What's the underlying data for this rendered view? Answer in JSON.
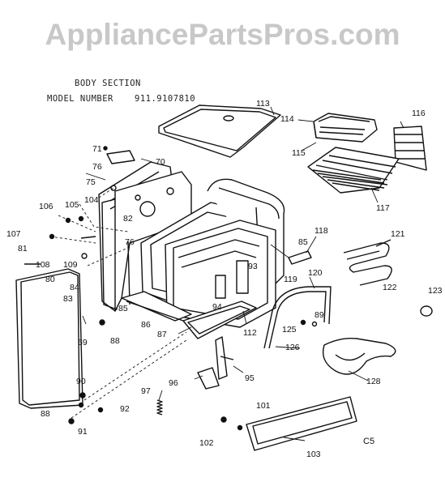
{
  "watermark": "AppliancePartsPros.com",
  "header": {
    "section": "BODY SECTION",
    "model_label": "MODEL NUMBER",
    "model_number": "911.9107810"
  },
  "page_code": "C5",
  "callouts": [
    "113",
    "114",
    "116",
    "115",
    "117",
    "71",
    "70",
    "76",
    "75",
    "105",
    "104",
    "106",
    "82",
    "107",
    "81",
    "76",
    "108",
    "109",
    "80",
    "84",
    "83",
    "85",
    "86",
    "88",
    "69",
    "90",
    "88",
    "92",
    "91",
    "97",
    "96",
    "95",
    "87",
    "112",
    "94",
    "93",
    "85",
    "119",
    "118",
    "120",
    "121",
    "122",
    "123",
    "89",
    "125",
    "126",
    "128",
    "101",
    "102",
    "103"
  ]
}
